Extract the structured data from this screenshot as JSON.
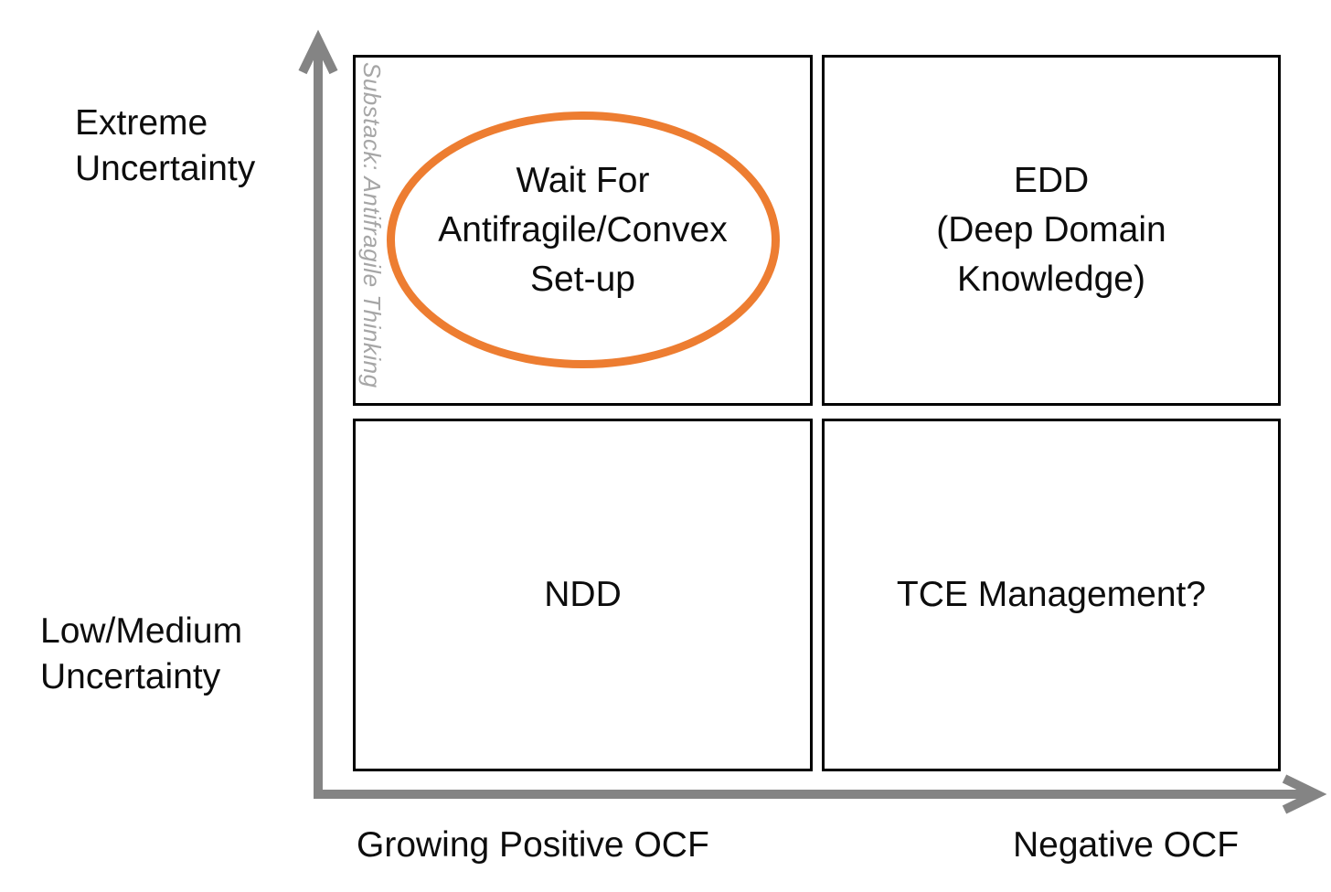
{
  "diagram": {
    "type": "2x2-matrix",
    "description": "Uncertainty vs Operating Cash Flow quadrant diagram"
  },
  "watermark": {
    "text": "Substack: Antifragile Thinking"
  },
  "axes": {
    "y": {
      "label_top": "Extreme\nUncertainty",
      "label_bottom": "Low/Medium\nUncertainty"
    },
    "x": {
      "label_left": "Growing Positive OCF",
      "label_right": "Negative OCF"
    }
  },
  "quadrants": {
    "top_left": {
      "label": "Wait For\nAntifragile/Convex\nSet-up",
      "highlighted": true
    },
    "top_right": {
      "label": "EDD\n(Deep Domain\nKnowledge)",
      "highlighted": false
    },
    "bottom_left": {
      "label": "NDD",
      "highlighted": false
    },
    "bottom_right": {
      "label": "TCE Management?",
      "highlighted": false
    }
  },
  "colors": {
    "highlight_ellipse": "#ED7D31",
    "axis": "#848484",
    "watermark": "#A6A6A6",
    "quadrant_border": "#000000",
    "text": "#0D0D0D",
    "background": "#FFFFFF"
  }
}
